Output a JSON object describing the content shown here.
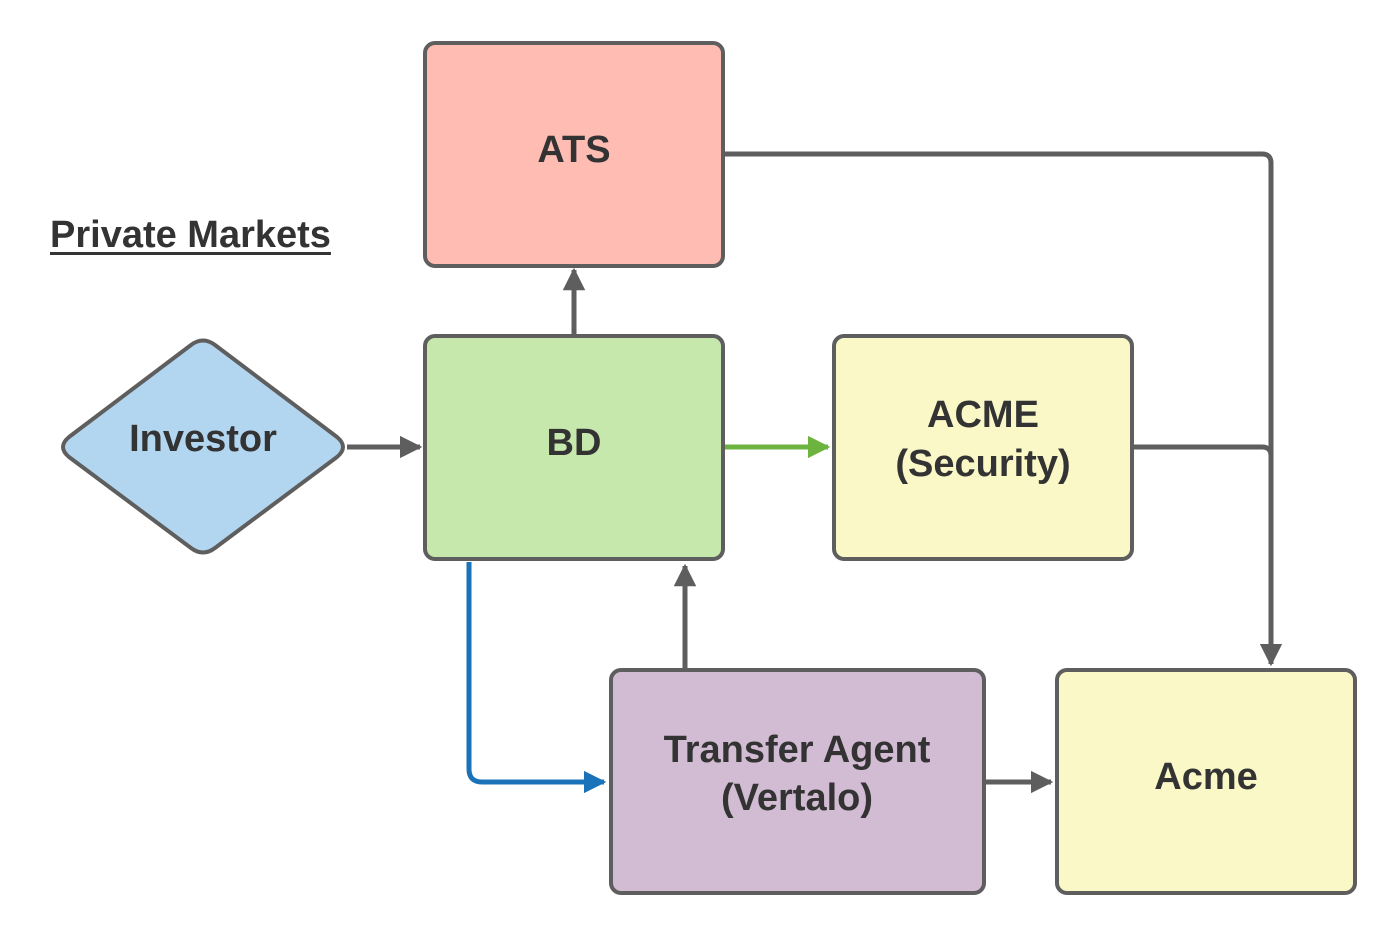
{
  "title": "Private Markets",
  "nodes": {
    "ats": {
      "label": "ATS",
      "color": "#ffbcb3"
    },
    "bd": {
      "label": "BD",
      "color": "#c7e8ac"
    },
    "investor": {
      "label": "Investor",
      "color": "#b3d6f0"
    },
    "acme_security": {
      "line1": "ACME",
      "line2": "(Security)",
      "color": "#fbf8c8"
    },
    "transfer_agent": {
      "line1": "Transfer Agent",
      "line2": "(Vertalo)",
      "color": "#d2bcd3"
    },
    "acme": {
      "label": "Acme",
      "color": "#fbf8c8"
    }
  },
  "connectors": {
    "default_color": "#5e5e5e",
    "bd_to_acme_security_color": "#6db33f",
    "bd_to_transfer_agent_color": "#1a72b8"
  }
}
